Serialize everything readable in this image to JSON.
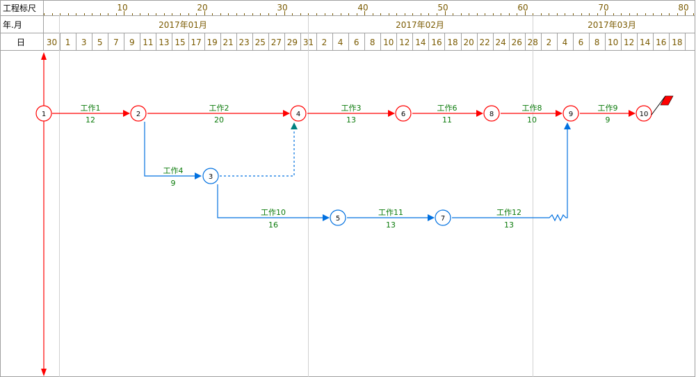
{
  "header": {
    "ruler_title": "工程标尺",
    "year_month_title": "年.月",
    "day_title": "日"
  },
  "ruler_ticks": [
    "10",
    "20",
    "30",
    "40",
    "50",
    "60",
    "70",
    "80"
  ],
  "months": [
    "2017年01月",
    "2017年02月",
    "2017年03月"
  ],
  "days": [
    "30",
    "1",
    "3",
    "5",
    "7",
    "9",
    "11",
    "13",
    "15",
    "17",
    "19",
    "21",
    "23",
    "25",
    "27",
    "29",
    "31",
    "2",
    "4",
    "6",
    "8",
    "10",
    "12",
    "14",
    "16",
    "18",
    "20",
    "22",
    "24",
    "26",
    "28",
    "2",
    "4",
    "6",
    "8",
    "10",
    "12",
    "14",
    "16",
    "18"
  ],
  "nodes": [
    {
      "id": "1",
      "critical": true
    },
    {
      "id": "2",
      "critical": true
    },
    {
      "id": "3",
      "critical": false
    },
    {
      "id": "4",
      "critical": true
    },
    {
      "id": "5",
      "critical": false
    },
    {
      "id": "6",
      "critical": true
    },
    {
      "id": "7",
      "critical": false
    },
    {
      "id": "8",
      "critical": true
    },
    {
      "id": "9",
      "critical": true
    },
    {
      "id": "10",
      "critical": true
    }
  ],
  "tasks": [
    {
      "name": "工作1",
      "duration": "12",
      "from": "1",
      "to": "2",
      "critical": true
    },
    {
      "name": "工作2",
      "duration": "20",
      "from": "2",
      "to": "4",
      "critical": true
    },
    {
      "name": "工作3",
      "duration": "13",
      "from": "4",
      "to": "6",
      "critical": true
    },
    {
      "name": "工作6",
      "duration": "11",
      "from": "6",
      "to": "8",
      "critical": true
    },
    {
      "name": "工作8",
      "duration": "10",
      "from": "8",
      "to": "9",
      "critical": true
    },
    {
      "name": "工作9",
      "duration": "9",
      "from": "9",
      "to": "10",
      "critical": true
    },
    {
      "name": "工作4",
      "duration": "9",
      "from": "2",
      "to": "3",
      "critical": false
    },
    {
      "name": "工作10",
      "duration": "16",
      "from": "3",
      "to": "5",
      "critical": false
    },
    {
      "name": "工作11",
      "duration": "13",
      "from": "5",
      "to": "7",
      "critical": false
    },
    {
      "name": "工作12",
      "duration": "13",
      "from": "7",
      "to": "9",
      "critical": false
    }
  ],
  "dummy_links": [
    {
      "from": "3",
      "to": "4"
    }
  ],
  "colors": {
    "critical": "#ff0000",
    "normal": "#0070e0",
    "grid": "#a0a0a0",
    "header_text": "#7a5a00",
    "task_text": "#0a7a0a",
    "dummy_arrow": "#008080",
    "flag": "#ff0000"
  },
  "icons": {
    "end_marker": "red-flag-icon"
  }
}
